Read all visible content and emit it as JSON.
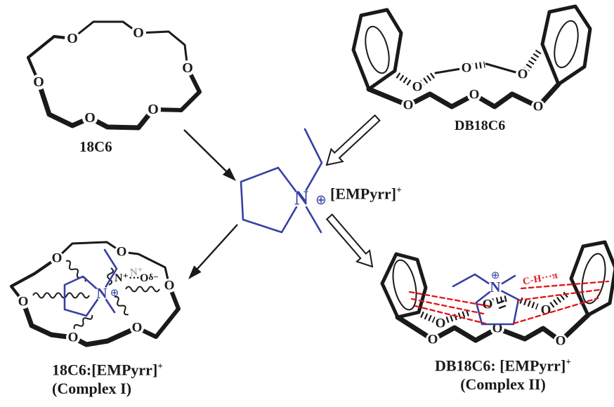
{
  "figure": {
    "description": "Complexation scheme of crown ethers 18C6 and DB18C6 with the [EMPyrr]+ cation forming Complex I and Complex II"
  },
  "atoms": {
    "oxygen": "O",
    "nitrogen": "N",
    "oplus": "⊕"
  },
  "molecules": {
    "c18c6": {
      "label": "18C6"
    },
    "db18c6": {
      "label": "DB18C6"
    },
    "empyrr": {
      "label_base": "[EMPyrr]",
      "label_sup": "+"
    },
    "complex1": {
      "name_base": "18C6:[EMPyrr]",
      "name_sup": "+",
      "name_line2": "(Complex I)",
      "interaction_main": "N⁺···O",
      "interaction_delta": "δ−",
      "interaction_ghost": "N⁺"
    },
    "complex2": {
      "name_base": "DB18C6: [EMPyrr]",
      "name_sup": "+",
      "name_line2": "(Complex II)",
      "interaction_label": "C-H···π"
    }
  },
  "colors": {
    "cation_blue": "#3640a2",
    "interaction_red": "#e01418",
    "bond_black": "#1a1a1a",
    "ghost_gray": "#8e8e8e"
  }
}
